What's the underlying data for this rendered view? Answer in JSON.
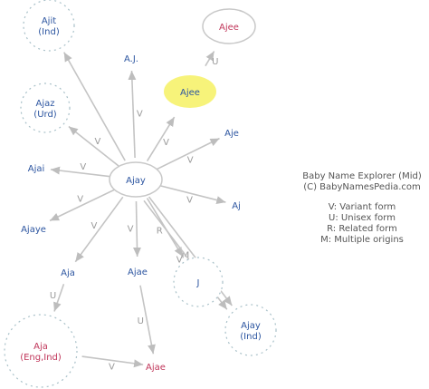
{
  "center": {
    "label": "Ajay"
  },
  "nodes": [
    {
      "id": "ajit",
      "lines": [
        "Ajit",
        "(Ind)"
      ],
      "color": "#2c55a0",
      "shape": "dashed-circle"
    },
    {
      "id": "aj-dot",
      "lines": [
        "A.J."
      ],
      "color": "#2c55a0",
      "shape": "none"
    },
    {
      "id": "ajee-yellow",
      "lines": [
        "Ajee"
      ],
      "color": "#2c55a0",
      "shape": "yellow-ellipse"
    },
    {
      "id": "ajee-top",
      "lines": [
        "Ajee"
      ],
      "color": "#c0365a",
      "shape": "solid-ellipse"
    },
    {
      "id": "ajaz",
      "lines": [
        "Ajaz",
        "(Urd)"
      ],
      "color": "#2c55a0",
      "shape": "dashed-circle"
    },
    {
      "id": "aje",
      "lines": [
        "Aje"
      ],
      "color": "#2c55a0",
      "shape": "none"
    },
    {
      "id": "ajai",
      "lines": [
        "Ajai"
      ],
      "color": "#2c55a0",
      "shape": "none"
    },
    {
      "id": "aj",
      "lines": [
        "Aj"
      ],
      "color": "#2c55a0",
      "shape": "none"
    },
    {
      "id": "ajaye",
      "lines": [
        "Ajaye"
      ],
      "color": "#2c55a0",
      "shape": "none"
    },
    {
      "id": "aja",
      "lines": [
        "Aja"
      ],
      "color": "#2c55a0",
      "shape": "none"
    },
    {
      "id": "ajae1",
      "lines": [
        "Ajae"
      ],
      "color": "#2c55a0",
      "shape": "none"
    },
    {
      "id": "j",
      "lines": [
        "J"
      ],
      "color": "#2c55a0",
      "shape": "dashed-circle"
    },
    {
      "id": "ajay-ind",
      "lines": [
        "Ajay",
        "(Ind)"
      ],
      "color": "#2c55a0",
      "shape": "dashed-circle"
    },
    {
      "id": "aja-engind",
      "lines": [
        "Aja",
        "(Eng,Ind)"
      ],
      "color": "#c0365a",
      "shape": "dashed-circle"
    },
    {
      "id": "ajae2",
      "lines": [
        "Ajae"
      ],
      "color": "#c0365a",
      "shape": "none"
    }
  ],
  "edges": [
    {
      "from": "center",
      "to": "ajit",
      "label": ""
    },
    {
      "from": "center",
      "to": "aj-dot",
      "label": "V"
    },
    {
      "from": "center",
      "to": "ajee-yellow",
      "label": "V"
    },
    {
      "from": "ajee-yellow",
      "to": "ajee-top",
      "label": "U"
    },
    {
      "from": "center",
      "to": "ajaz",
      "label": "V"
    },
    {
      "from": "center",
      "to": "aje",
      "label": "V"
    },
    {
      "from": "center",
      "to": "ajai",
      "label": "V"
    },
    {
      "from": "center",
      "to": "aj",
      "label": "V"
    },
    {
      "from": "center",
      "to": "ajaye",
      "label": "V"
    },
    {
      "from": "center",
      "to": "aja",
      "label": "V"
    },
    {
      "from": "center",
      "to": "ajae1",
      "label": "V"
    },
    {
      "from": "center",
      "to": "j",
      "label": "R"
    },
    {
      "from": "center",
      "to": "ajay-ind",
      "label": "M"
    },
    {
      "from": "center",
      "to": "ajay-ind",
      "label": "V"
    },
    {
      "from": "aja",
      "to": "aja-engind",
      "label": "U"
    },
    {
      "from": "ajae1",
      "to": "ajae2",
      "label": "U"
    },
    {
      "from": "aja-engind",
      "to": "ajae2",
      "label": "V"
    }
  ],
  "legend": {
    "title": "Baby Name Explorer (Mid)",
    "credit": "(C) BabyNamesPedia.com",
    "items": [
      "V: Variant form",
      "U: Unisex form",
      "R: Related form",
      "M: Multiple origins"
    ]
  },
  "colors": {
    "edge": "#c4c4c4",
    "edge_label": "#9a9a9a",
    "highlight": "#f7f37a",
    "circle_dash": "#a8c0c8"
  }
}
